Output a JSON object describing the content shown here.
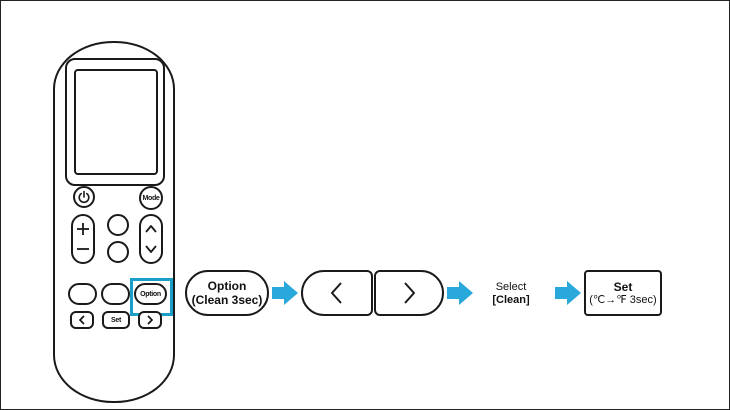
{
  "remote": {
    "mode_label": "Mode",
    "set_label": "Set",
    "option_label": "Option",
    "power_icon": "power-icon",
    "plus_icon": "plus-icon",
    "minus_icon": "minus-icon",
    "up_icon": "chevron-up-icon",
    "down_icon": "chevron-down-icon",
    "left_icon": "chevron-left-icon",
    "right_icon": "chevron-right-icon"
  },
  "steps": {
    "option_line1": "Option",
    "option_line2": "(Clean 3sec)",
    "select_line1": "Select",
    "select_line2": "[Clean]",
    "set_line1": "Set",
    "set_line2": "(℃→℉ 3sec)"
  },
  "colors": {
    "highlight": "#1aa0c8",
    "arrow": "#29a8dc",
    "outline": "#1a1a1a"
  }
}
